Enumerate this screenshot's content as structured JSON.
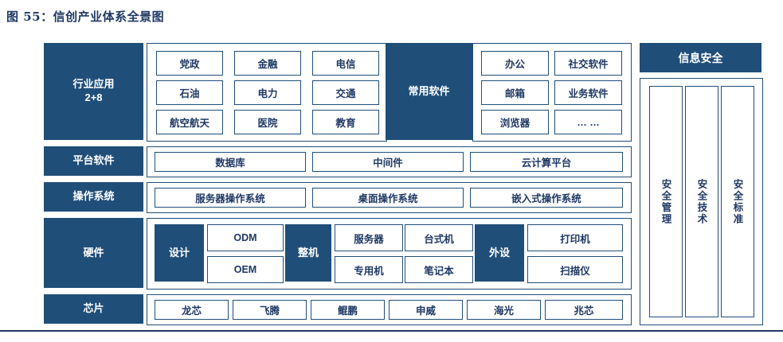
{
  "figure": {
    "title": "图 55：信创产业体系全景图"
  },
  "rows": {
    "industry": {
      "label": "行业应用\n2+8",
      "label_line1": "行业应用",
      "label_line2": "2+8",
      "apps": [
        "党政",
        "金融",
        "电信",
        "石油",
        "电力",
        "交通",
        "航空航天",
        "医院",
        "教育"
      ],
      "common_software_label": "常用软件",
      "common_software_items": [
        "办公",
        "社交软件",
        "邮箱",
        "业务软件",
        "浏览器",
        "… …"
      ]
    },
    "platform": {
      "label": "平台软件",
      "items": [
        "数据库",
        "中间件",
        "云计算平台"
      ]
    },
    "os": {
      "label": "操作系统",
      "items": [
        "服务器操作系统",
        "桌面操作系统",
        "嵌入式操作系统"
      ]
    },
    "hardware": {
      "label": "硬件",
      "design_label": "设计",
      "design_items": [
        "ODM",
        "OEM"
      ],
      "whole_machine_label": "整机",
      "whole_machine_items": [
        "服务器",
        "台式机",
        "专用机",
        "笔记本"
      ],
      "peripheral_label": "外设",
      "peripheral_items": [
        "打印机",
        "扫描仪"
      ]
    },
    "chip": {
      "label": "芯片",
      "items": [
        "龙芯",
        "飞腾",
        "鲲鹏",
        "申威",
        "海光",
        "兆芯"
      ]
    }
  },
  "security": {
    "header": "信息安全",
    "columns": [
      "安全管理",
      "安全技术",
      "安全标准"
    ]
  },
  "colors": {
    "navy": "#1F4E79",
    "title": "#1F3864",
    "white": "#FFFFFF"
  }
}
